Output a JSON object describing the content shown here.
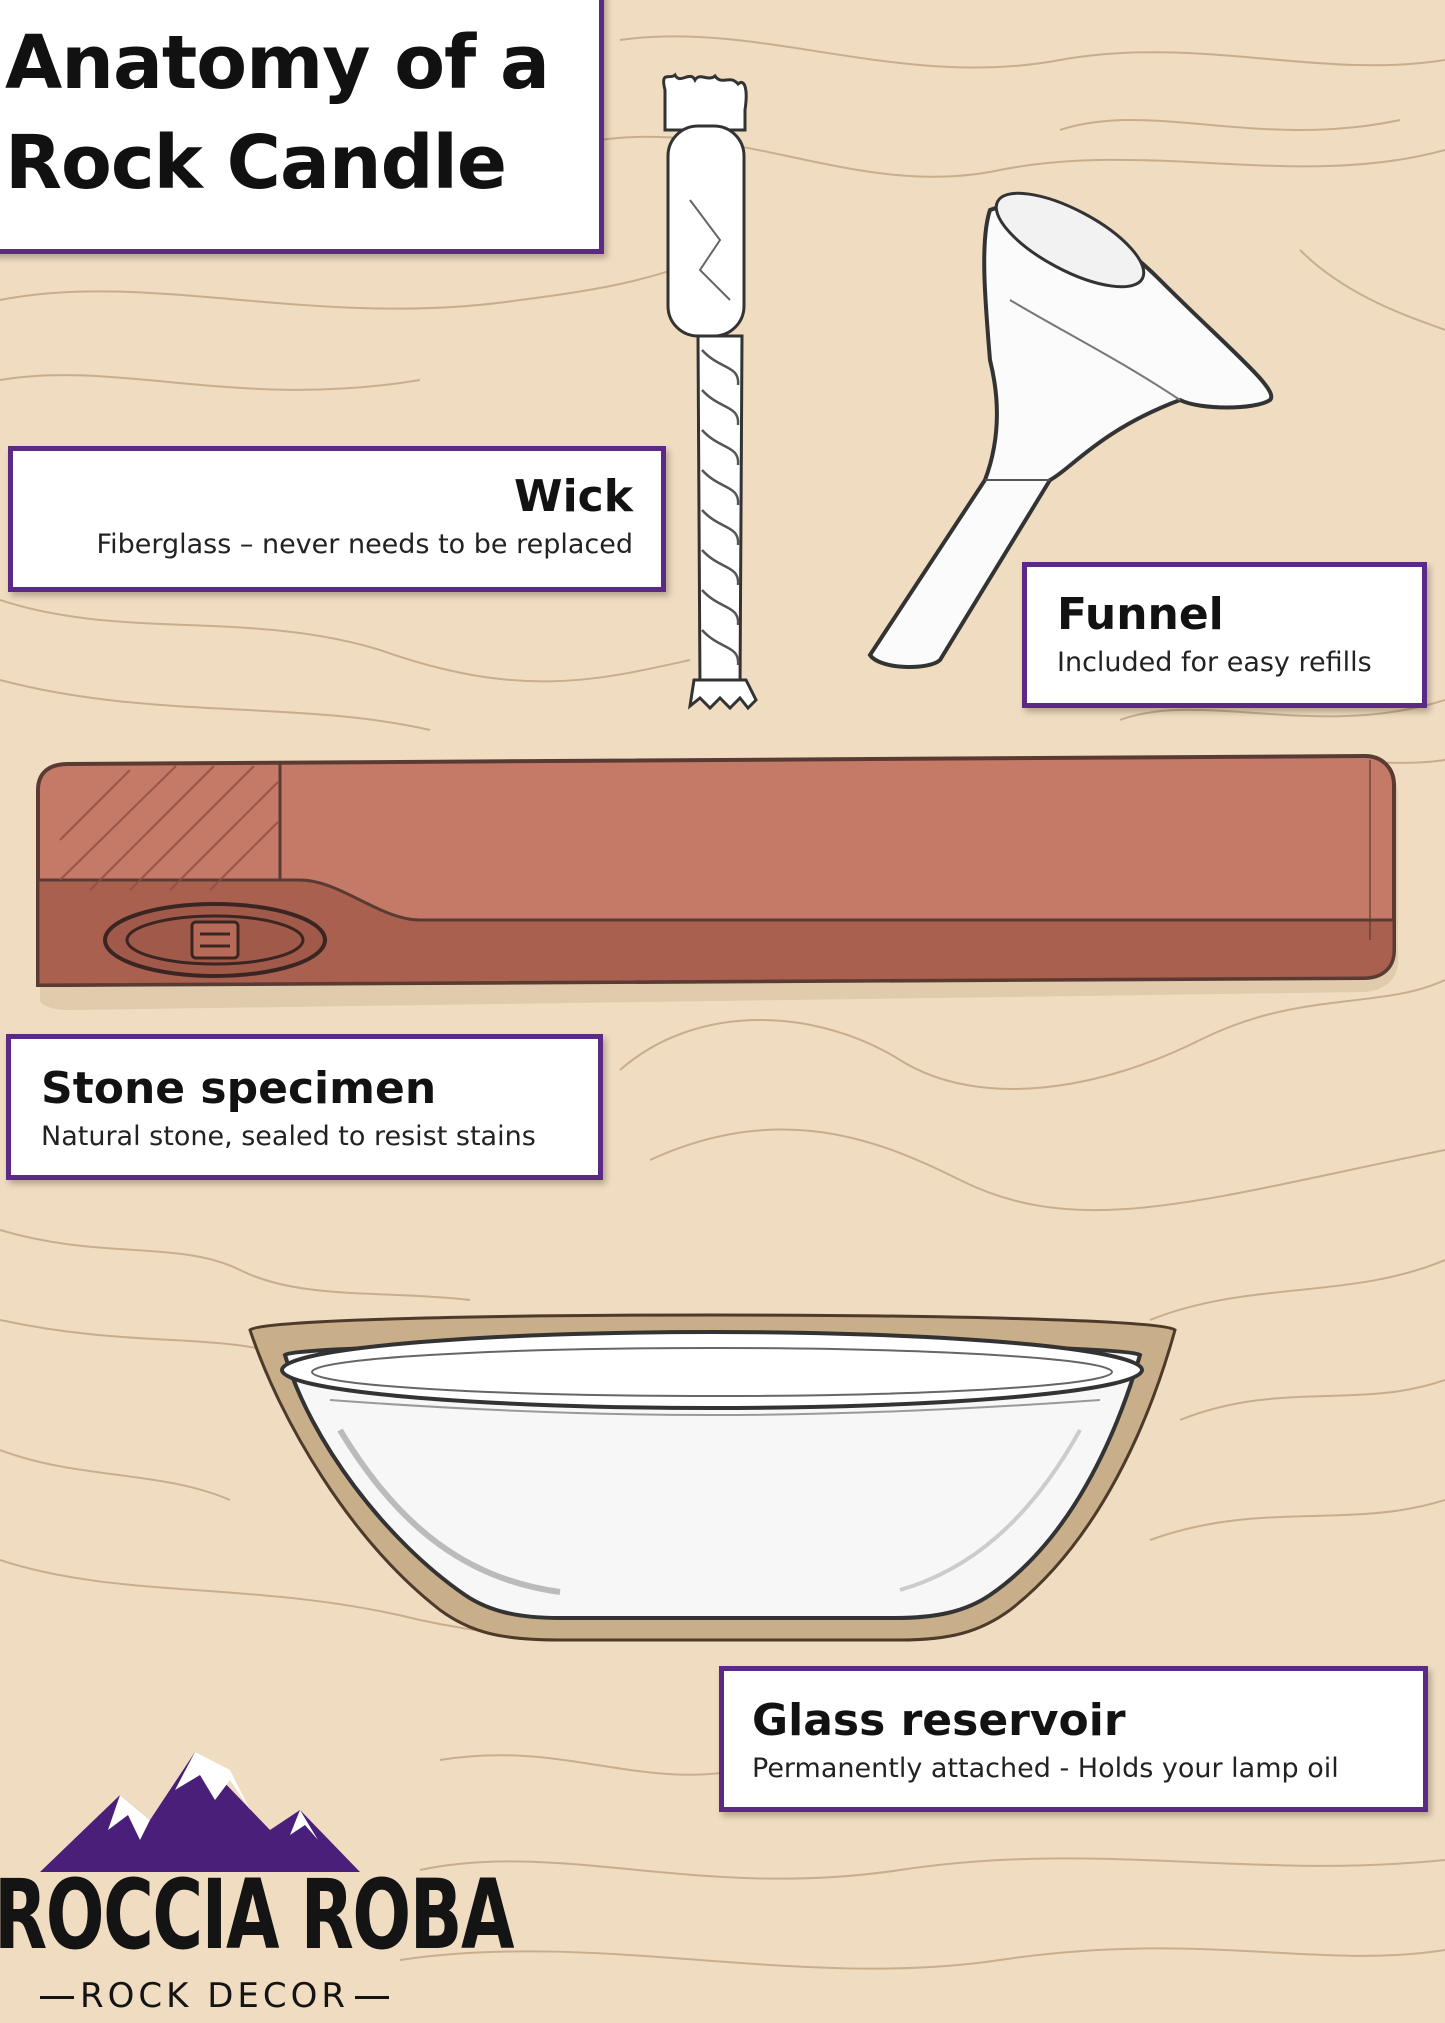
{
  "title": {
    "line1": "Anatomy of a",
    "line2": "Rock Candle"
  },
  "parts": {
    "wick": {
      "title": "Wick",
      "desc": "Fiberglass – never needs to be replaced"
    },
    "funnel": {
      "title": "Funnel",
      "desc": "Included for easy refills"
    },
    "stone": {
      "title": "Stone specimen",
      "desc": "Natural stone, sealed to resist stains"
    },
    "glass": {
      "title": "Glass reservoir",
      "desc": "Permanently attached - Holds your lamp oil"
    }
  },
  "brand": {
    "name": "ROCCIA ROBA",
    "tagline": "ROCK DECOR"
  },
  "colors": {
    "background": "#f0dcc0",
    "box_border": "#5b2a86",
    "stone": "#c57a68",
    "logo_mountain": "#4a1f7a"
  }
}
